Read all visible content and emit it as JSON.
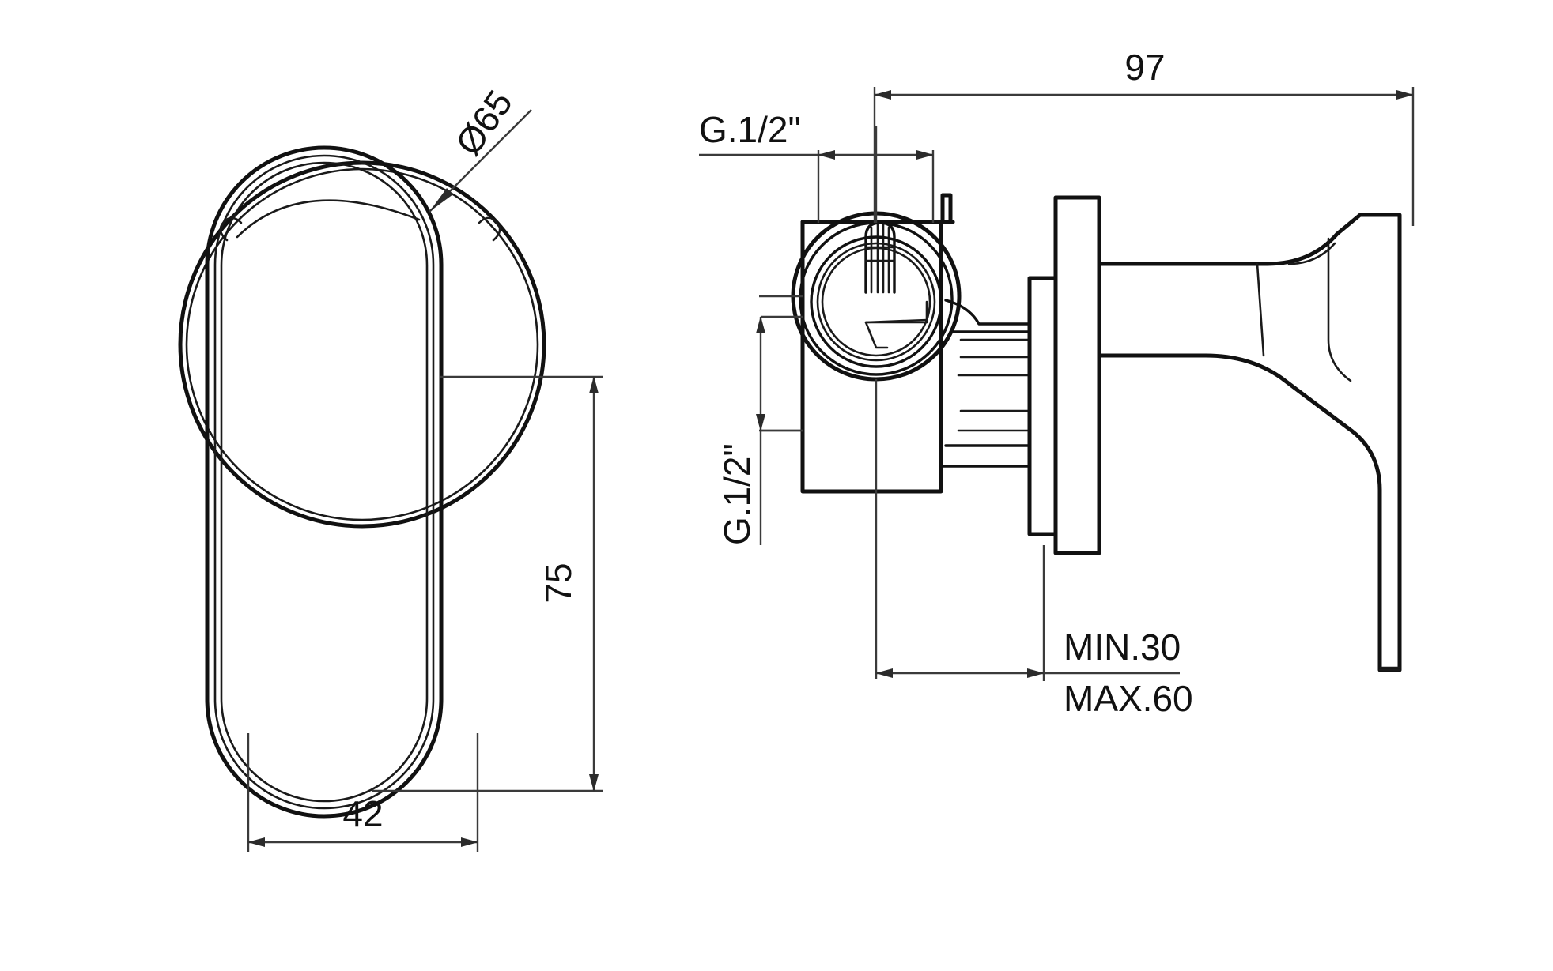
{
  "drawing": {
    "type": "technical-drawing",
    "subject": "concealed single-lever shower mixer valve",
    "views": [
      {
        "name": "front-elevation",
        "position": "left"
      },
      {
        "name": "side-section",
        "position": "right"
      }
    ],
    "line_color": "#111111",
    "dimension_color": "#3a3a3a",
    "background_color": "#ffffff"
  },
  "dimensions": {
    "diameter_escutcheon": {
      "label": "Ø65",
      "value": 65,
      "symbol": "Ø",
      "unit": "mm",
      "view": "front-elevation",
      "style": "leader-arrow",
      "rotation_deg": -55
    },
    "lever_height": {
      "label": "75",
      "value": 75,
      "unit": "mm",
      "view": "front-elevation",
      "style": "vertical-linear",
      "rotation_deg": -90
    },
    "lever_width": {
      "label": "42",
      "value": 42,
      "unit": "mm",
      "view": "front-elevation",
      "style": "horizontal-linear",
      "rotation_deg": 0
    },
    "overall_depth": {
      "label": "97",
      "value": 97,
      "unit": "mm",
      "view": "side-section",
      "style": "horizontal-linear",
      "rotation_deg": 0
    },
    "inlet_thread_top": {
      "label": "G.1/2\"",
      "value": "G.1/2\"",
      "view": "side-section",
      "style": "leader-note",
      "rotation_deg": 0
    },
    "inlet_thread_side": {
      "label": "G.1/2\"",
      "value": "G.1/2\"",
      "view": "side-section",
      "style": "leader-note",
      "rotation_deg": -90
    },
    "wall_depth_min": {
      "label": "MIN.30",
      "value": 30,
      "unit": "mm",
      "view": "side-section",
      "style": "leader-note-stacked-top"
    },
    "wall_depth_max": {
      "label": "MAX.60",
      "value": 60,
      "unit": "mm",
      "view": "side-section",
      "style": "leader-note-stacked-bottom"
    }
  },
  "text_labels": {
    "d65": "Ø65",
    "h75": "75",
    "w42": "42",
    "d97": "97",
    "g_half_top": "G.1/2\"",
    "g_half_side": "G.1/2\"",
    "min30": "MIN.30",
    "max60": "MAX.60"
  }
}
